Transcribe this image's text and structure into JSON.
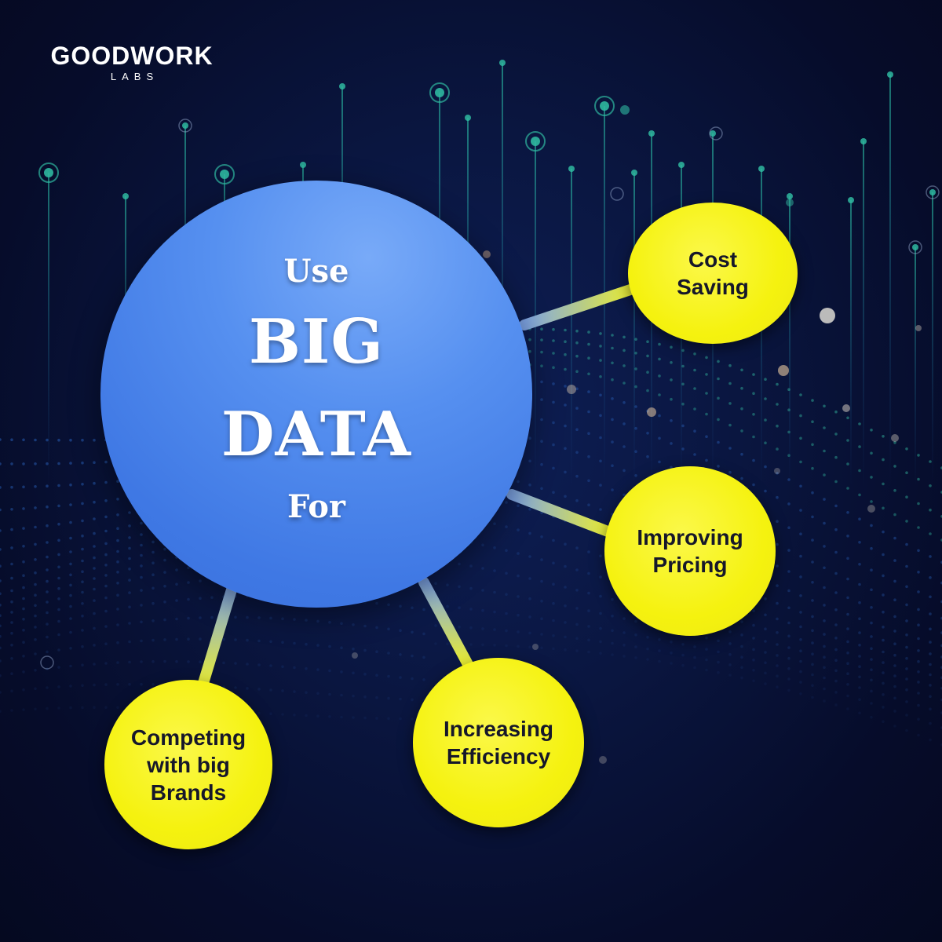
{
  "logo": {
    "name": "GOODWORK",
    "subtitle": "LABS"
  },
  "hub": {
    "line1": "Use",
    "line2": "BIG",
    "line3": "DATA",
    "line4": "For"
  },
  "nodes": [
    {
      "id": "cost",
      "label": "Cost\nSaving"
    },
    {
      "id": "pricing",
      "label": "Improving\nPricing"
    },
    {
      "id": "efficiency",
      "label": "Increasing\nEfficiency"
    },
    {
      "id": "brands",
      "label": "Competing\nwith big\nBrands"
    }
  ],
  "colors": {
    "background": "#0a1640",
    "hub": "#4a82ea",
    "node": "#f5f20f",
    "node_text": "#16172a",
    "connector": "#e9ec2a",
    "particles": "#2fb8a0"
  }
}
